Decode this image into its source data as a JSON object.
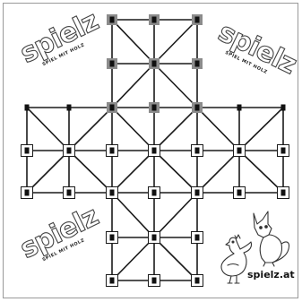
{
  "game": {
    "brand": "spielz",
    "tagline": "SPIEL MIT HOLZ",
    "website": "spielz.at"
  },
  "board": {
    "line_color": "#1a1a1a",
    "highlight_color": "#8c8c8c",
    "piece_color": "#111111"
  }
}
